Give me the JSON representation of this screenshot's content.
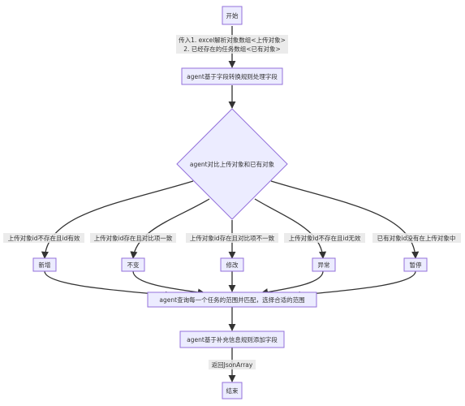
{
  "nodes": {
    "start": "开始",
    "field_convert": "agent基于字段转换规则处理字段",
    "compare": "agent对比上传对象和已有对象",
    "new": "新增",
    "unchanged": "不变",
    "modify": "修改",
    "abnormal": "异常",
    "suspend": "暂停",
    "match_scope": "agent查询每一个任务的范围并匹配，选择合适的范围",
    "supplement": "agent基于补充信息规则添加字段",
    "end": "结束"
  },
  "edges": {
    "input_line1": "传入1. excel解析对象数组<上传对象>",
    "input_line2": "2. 已经存在的任务数组<已有对象>",
    "cond_new": "上传对象id不存在且id有效",
    "cond_unchanged": "上传对象id存在且对比项一致",
    "cond_modify": "上传对象id存在且对比项不一致",
    "cond_abnormal": "上传对象id不存在且id无效",
    "cond_suspend": "已有对象id没有在上传对象中",
    "return": "返回JsonArray"
  }
}
